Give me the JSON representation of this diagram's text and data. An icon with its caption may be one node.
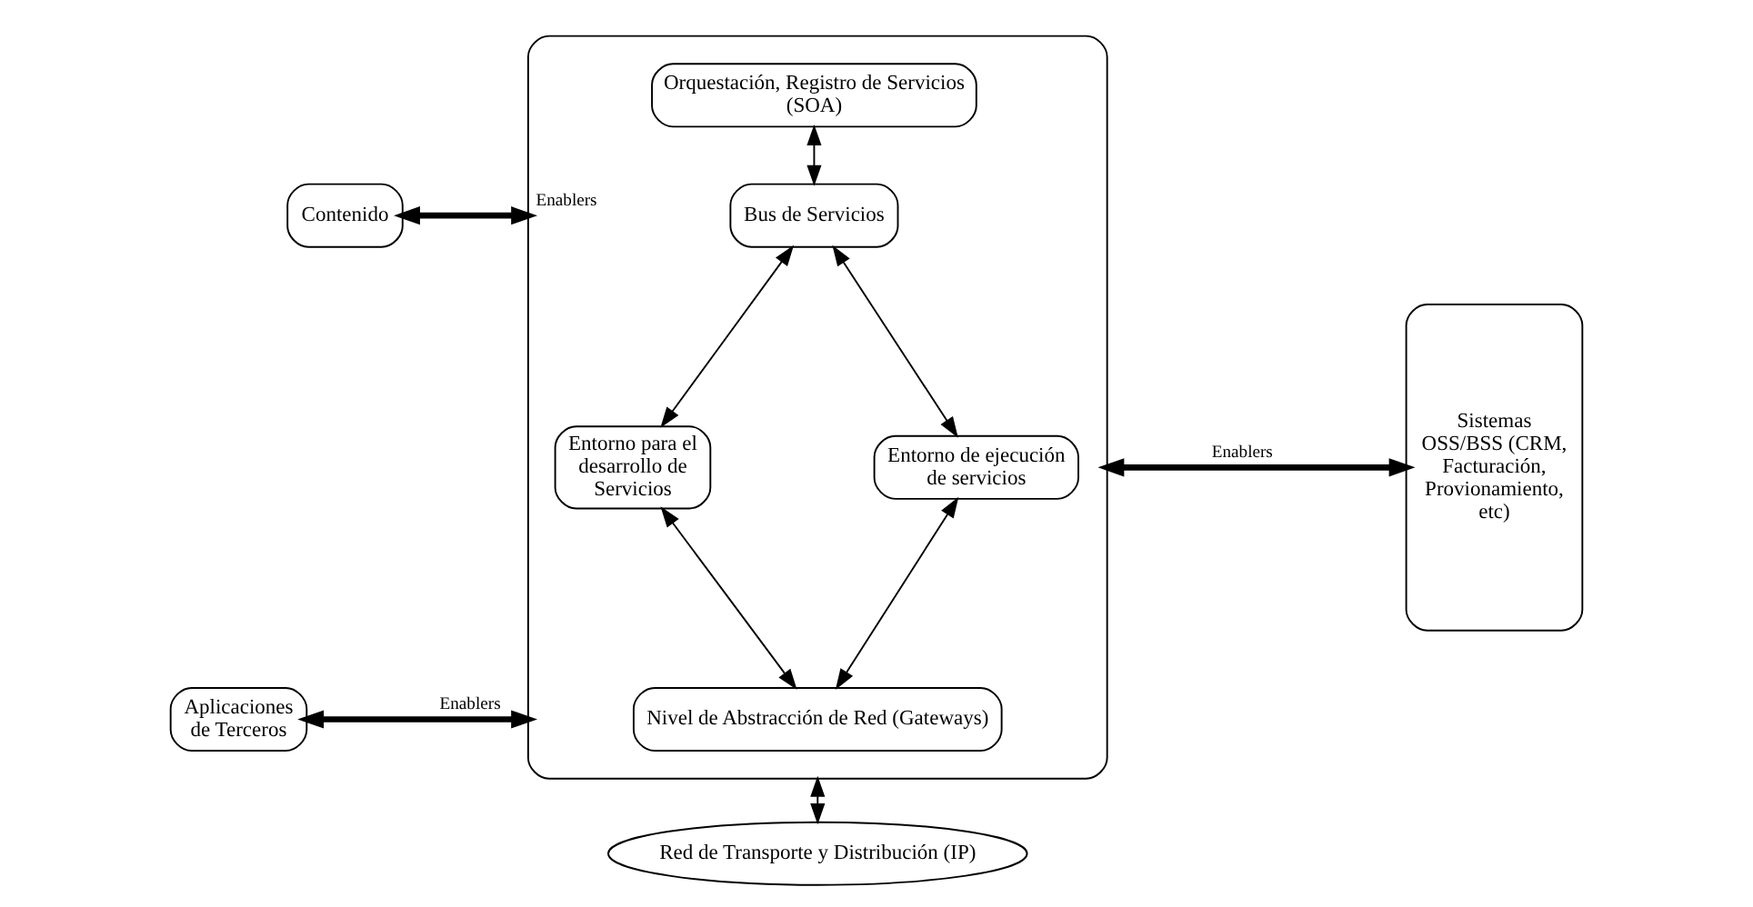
{
  "diagram": {
    "nodes": [
      {
        "text": [
          "Contenido"
        ]
      },
      {
        "text": [
          "Aplicaciones de Terceros"
        ]
      },
      {
        "text": [],
        "shape": "box"
      },
      {
        "text": [
          "Orquestación, Registro de Servicios (SOA)"
        ],
        "in": 2
      },
      {
        "text": [
          "Bus de Servicios"
        ],
        "in": 2
      },
      {
        "text": [
          "Entorno para el desarrollo de Servicios"
        ],
        "in": 2
      },
      {
        "text": [
          "Entorno de ejecución de servicios"
        ],
        "in": 2
      },
      {
        "text": [
          "Nivel de Abstracción de Red (Gateways)"
        ],
        "in": 2
      },
      {
        "text": [
          "Sistemas OSS/BSS (CRM, Facturación, Provionamiento, etc)"
        ]
      },
      {
        "text": [
          "Red de Transporte y Distribución (IP)"
        ]
      }
    ],
    "edges": [
      {
        "from": 0,
        "to": 2,
        "arrow": "both",
        "label": "Enablers",
        "style": "thick"
      },
      {
        "from": 1,
        "to": 2,
        "arrow": "both",
        "label": "Enablers",
        "style": "thick"
      },
      {
        "from": 2,
        "to": 8,
        "arrow": "both",
        "label": "Enablers",
        "style": "thick"
      },
      {
        "from": 3,
        "to": 4,
        "arrow": "both"
      },
      {
        "from": 4,
        "to": 5,
        "arrow": "both"
      },
      {
        "from": 4,
        "to": 6,
        "arrow": "both"
      },
      {
        "from": 5,
        "to": 7,
        "arrow": "both"
      },
      {
        "from": 6,
        "to": 7,
        "arrow": "both"
      },
      {
        "from": 2,
        "to": 9,
        "arrow": "both"
      }
    ]
  }
}
